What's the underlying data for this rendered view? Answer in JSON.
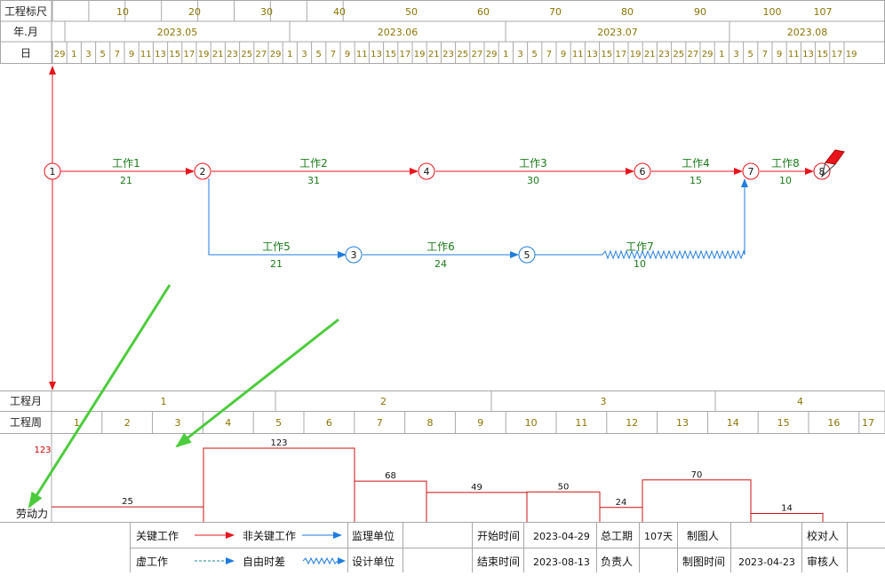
{
  "header": {
    "scale_label": "工程标尺",
    "scale_ticks": [
      "10",
      "20",
      "30",
      "40",
      "50",
      "60",
      "70",
      "80",
      "90",
      "100",
      "107"
    ],
    "month_row_label": "年.月",
    "months": [
      "2023.05",
      "2023.06",
      "2023.07",
      "2023.08"
    ],
    "day_row_label": "日",
    "days": [
      "29",
      "1",
      "3",
      "5",
      "7",
      "9",
      "11",
      "13",
      "15",
      "17",
      "19",
      "21",
      "23",
      "25",
      "27",
      "29",
      "1",
      "3",
      "5",
      "7",
      "9",
      "11",
      "13",
      "15",
      "17",
      "19",
      "21",
      "23",
      "25",
      "27",
      "29",
      "1",
      "3",
      "5",
      "7",
      "9",
      "11",
      "13",
      "15",
      "17",
      "19",
      "21",
      "23",
      "25",
      "27",
      "29",
      "1",
      "3",
      "5",
      "7",
      "9",
      "11",
      "13",
      "15",
      "17",
      "19"
    ]
  },
  "network": {
    "nodes": [
      "1",
      "2",
      "3",
      "4",
      "5",
      "6",
      "7",
      "8"
    ],
    "activities": [
      {
        "name": "工作1",
        "duration": "21",
        "critical": true
      },
      {
        "name": "工作2",
        "duration": "31",
        "critical": true
      },
      {
        "name": "工作3",
        "duration": "30",
        "critical": true
      },
      {
        "name": "工作4",
        "duration": "15",
        "critical": true
      },
      {
        "name": "工作8",
        "duration": "10",
        "critical": true
      },
      {
        "name": "工作5",
        "duration": "21",
        "critical": false
      },
      {
        "name": "工作6",
        "duration": "24",
        "critical": false
      },
      {
        "name": "工作7",
        "duration": "10",
        "critical": false
      }
    ]
  },
  "timeline": {
    "project_month_label": "工程月",
    "project_months": [
      "1",
      "2",
      "3",
      "4"
    ],
    "project_week_label": "工程周",
    "project_weeks": [
      "1",
      "2",
      "3",
      "4",
      "5",
      "6",
      "7",
      "8",
      "9",
      "10",
      "11",
      "12",
      "13",
      "14",
      "15",
      "16",
      "17"
    ]
  },
  "labor": {
    "label": "劳动力",
    "max_label": "123",
    "values": [
      "25",
      "123",
      "68",
      "49",
      "50",
      "24",
      "70",
      "14"
    ]
  },
  "legend": {
    "critical_work": "关键工作",
    "noncritical_work": "非关键工作",
    "dummy_work": "虚工作",
    "free_float": "自由时差",
    "supervisor": "监理单位",
    "designer": "设计单位",
    "start_time_label": "开始时间",
    "start_time": "2023-04-29",
    "end_time_label": "结束时间",
    "end_time": "2023-08-13",
    "total_duration_label": "总工期",
    "total_duration": "107天",
    "responsible_label": "负责人",
    "drafter_label": "制图人",
    "draw_time_label": "制图时间",
    "draw_time": "2023-04-23",
    "checker_label": "校对人",
    "reviewer_label": "审核人"
  },
  "colors": {
    "critical": "#e8141c",
    "noncritical": "#1e7de0",
    "label_green": "#1a7a1a",
    "header_text": "#8a7400",
    "annotation_arrow": "#4ccc3c",
    "grid": "#a8a8a8"
  }
}
